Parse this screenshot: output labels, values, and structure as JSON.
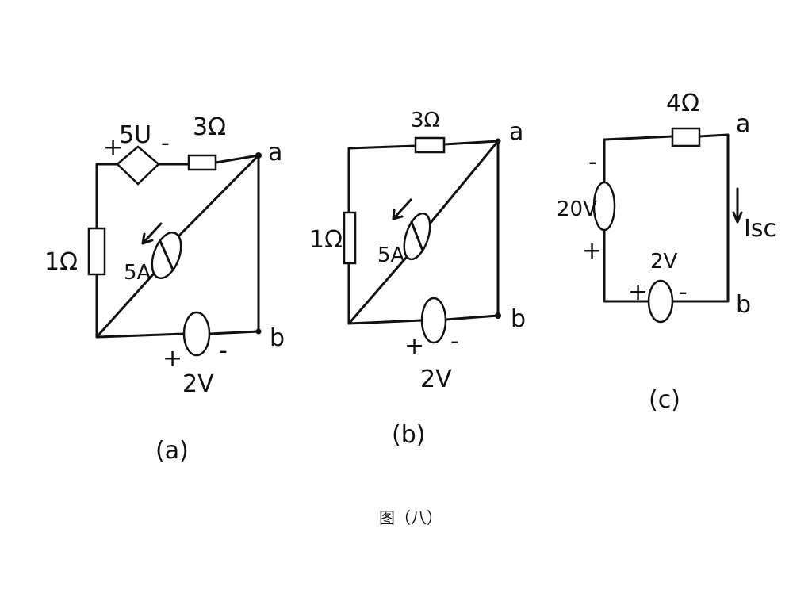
{
  "figure_caption": "图（八）",
  "circuits": [
    {
      "caption": "(a)",
      "dep_source_value": "5U",
      "dep_source_plus": "+",
      "dep_source_minus": "-",
      "resistor_top": "3Ω",
      "resistor_left": "1Ω",
      "current_source": "5A",
      "voltage_source": "2V",
      "vs_plus": "+",
      "vs_minus": "-",
      "node_a": "a",
      "node_b": "b"
    },
    {
      "caption": "(b)",
      "resistor_top": "3Ω",
      "resistor_left": "1Ω",
      "current_source": "5A",
      "voltage_source": "2V",
      "vs_plus": "+",
      "vs_minus": "-",
      "node_a": "a",
      "node_b": "b"
    },
    {
      "caption": "(c)",
      "resistor_top": "4Ω",
      "voltage_source_left": "20V",
      "vl_minus": "-",
      "vl_plus": "+",
      "voltage_source_bottom": "2V",
      "vb_plus": "+",
      "vb_minus": "-",
      "current_label": "Isc",
      "node_a": "a",
      "node_b": "b"
    }
  ]
}
